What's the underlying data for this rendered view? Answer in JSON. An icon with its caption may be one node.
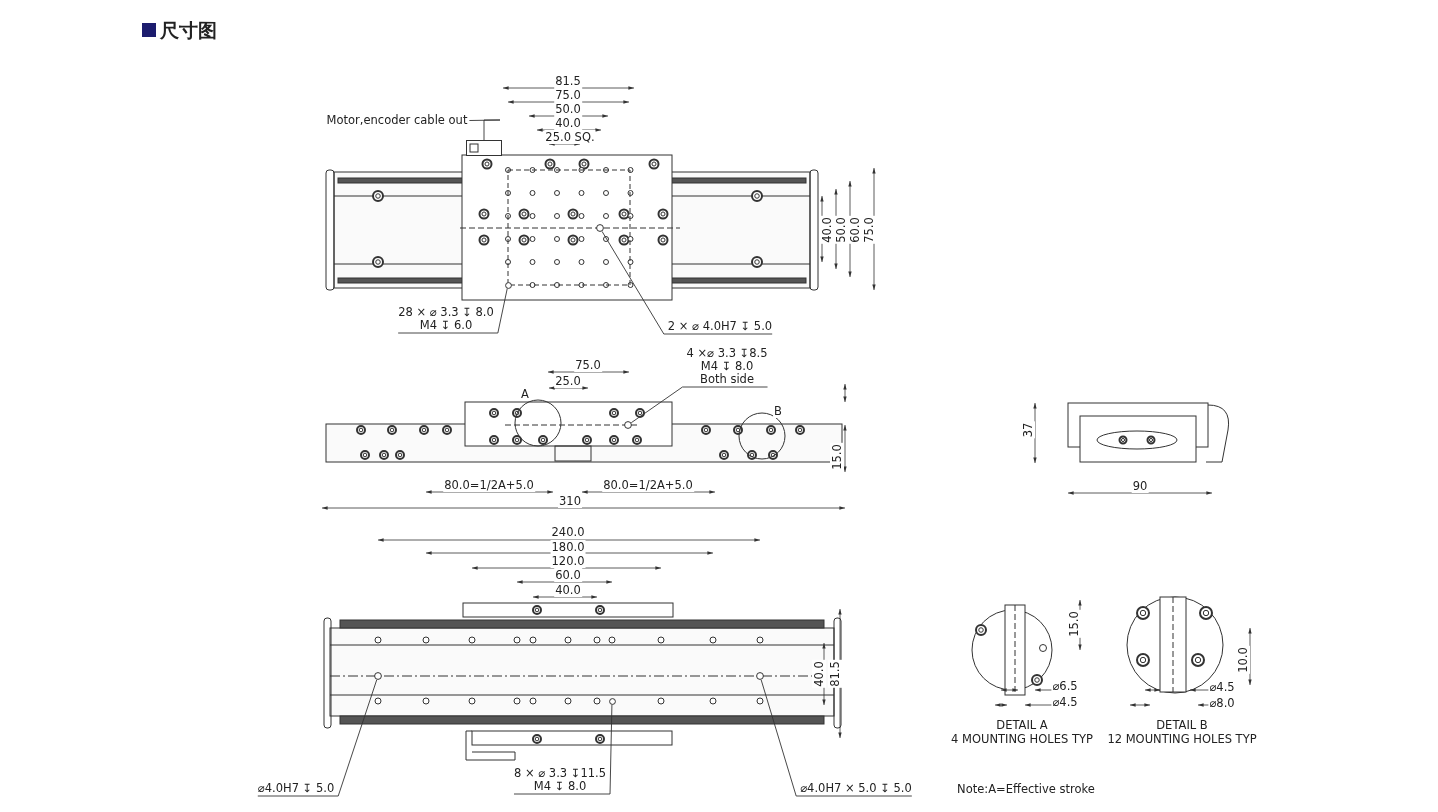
{
  "diagram": {
    "title": "尺寸图",
    "nodes": [
      {
        "text": [
          "Motor,encoder cable out"
        ]
      },
      {
        "text": [
          "28 × ⌀ 3.3 ↧ 8.0",
          "M4 ↧ 6.0"
        ]
      },
      {
        "text": [
          "2 × ⌀ 4.0H7 ↧ 5.0"
        ]
      },
      {
        "text": [
          "4 ×⌀ 3.3 ↧8.5",
          "M4 ↧ 8.0",
          "Both side"
        ]
      },
      {
        "text": [
          "8 × ⌀ 3.3 ↧11.5",
          "M4 ↧ 8.0"
        ]
      },
      {
        "text": [
          "⌀4.0H7 ↧ 5.0"
        ]
      },
      {
        "text": [
          "⌀4.0H7 × 5.0 ↧ 5.0"
        ]
      },
      {
        "text": [],
        "shape": "box"
      },
      {
        "text": [],
        "shape": "circle"
      },
      {
        "text": [],
        "shape": "circle"
      },
      {
        "text": [],
        "shape": "circle"
      },
      {
        "text": [],
        "shape": "circle"
      },
      {
        "text": [],
        "shape": "circle"
      },
      {
        "text": [],
        "shape": "circle"
      }
    ],
    "edges": [
      {
        "from": 0,
        "to": 7,
        "arrow": "none"
      },
      {
        "from": 1,
        "to": 8,
        "arrow": "none"
      },
      {
        "from": 2,
        "to": 9,
        "arrow": "none"
      },
      {
        "from": 3,
        "to": 10,
        "arrow": "none"
      },
      {
        "from": 4,
        "to": 11,
        "arrow": "none"
      },
      {
        "from": 5,
        "to": 12,
        "arrow": "none"
      },
      {
        "from": 6,
        "to": 13,
        "arrow": "none"
      }
    ],
    "labels": [
      "81.5",
      "75.0",
      "50.0",
      "40.0",
      "25.0 SQ.",
      "40.0",
      "50.0",
      "60.0",
      "75.0",
      "75.0",
      "25.0",
      "A",
      "B",
      "15.0",
      "80.0=1/2A+5.0",
      "80.0=1/2A+5.0",
      "310",
      "37",
      "90",
      "240.0",
      "180.0",
      "120.0",
      "60.0",
      "40.0",
      "40.0",
      "81.5",
      "15.0",
      "⌀6.5",
      "⌀4.5",
      "DETAIL A",
      "4 MOUNTING HOLES TYP",
      "10.0",
      "⌀4.5",
      "⌀8.0",
      "DETAIL B",
      "12 MOUNTING HOLES TYP",
      "Note:A=Effective stroke"
    ]
  }
}
